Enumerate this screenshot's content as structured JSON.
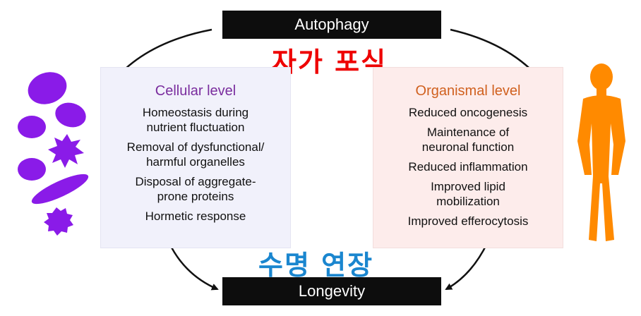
{
  "top_bar": {
    "label": "Autophagy"
  },
  "bottom_bar": {
    "label": "Longevity"
  },
  "annotations": {
    "top_korean": "자가 포식",
    "bottom_korean": "수명 연장"
  },
  "cellular": {
    "title": "Cellular level",
    "items": [
      "Homeostasis during\nnutrient fluctuation",
      "Removal of dysfunctional/\nharmful organelles",
      "Disposal of aggregate-\nprone proteins",
      "Hormetic response"
    ]
  },
  "organismal": {
    "title": "Organismal level",
    "items": [
      "Reduced oncogenesis",
      "Maintenance of\nneuronal function",
      "Reduced inflammation",
      "Improved lipid\nmobilization",
      "Improved efferocytosis"
    ]
  },
  "colors": {
    "cells": "#8a1be8",
    "human": "#ff8a00",
    "korean_top": "#ee0000",
    "korean_bottom": "#1a86cf",
    "cellular_title": "#7a2d9e",
    "organismal_title": "#d0601e"
  },
  "icons": {
    "cells": "cells-icon",
    "human": "human-figure-icon"
  }
}
